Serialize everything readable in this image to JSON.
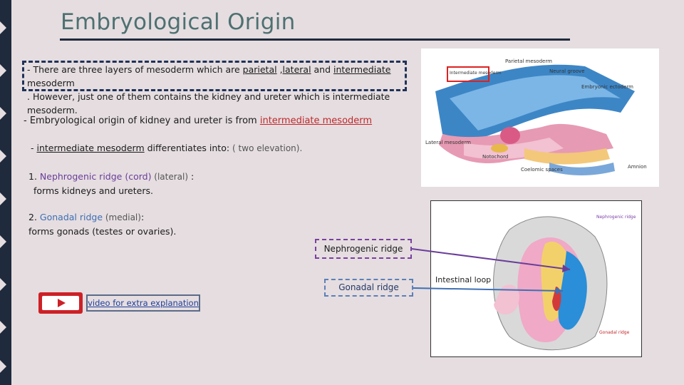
{
  "title": "Embryological Origin",
  "box1": {
    "l1_a": "- There are  three layers of mesoderm which are ",
    "parietal": "parietal",
    "l1_b": " ,",
    "lateral": "lateral",
    "l1_c": " and ",
    "intermediate": "intermediate",
    "l1_d": " mesoderm",
    "l2": ". However, just one of them contains the kidney and ureter which is intermediate mesoderm."
  },
  "p2": {
    "prefix": "- Embryological origin of kidney and ureter is from ",
    "highlight": "intermediate mesoderm"
  },
  "p3": {
    "prefix": "- ",
    "term": "intermediate mesoderm",
    "text": " differentiates into: ",
    "note": "( two elevation)."
  },
  "list": [
    {
      "num": "1. ",
      "name": "Nephrogenic ridge (cord)",
      "pos": " (lateral)",
      "colon": " :",
      "desc": "forms kidneys and ureters."
    },
    {
      "num": "2. ",
      "name": "Gonadal ridge",
      "pos": " (medial)",
      "colon": ":",
      "desc": "forms gonads (testes or ovaries)."
    }
  ],
  "labels": {
    "nephro": "Nephrogenic ridge",
    "gonad": "Gonadal ridge"
  },
  "video": {
    "link_text": "video for extra explanation",
    "icon": "play-icon"
  },
  "figure1": {
    "labels": [
      "Parietal mesoderm",
      "Neural groove",
      "Intermediate mesoderm",
      "Embryonic ectoderm",
      "Lateral mesoderm",
      "Notochord",
      "Coelomic spaces",
      "Amnion"
    ]
  },
  "figure2": {
    "labels": [
      "Nephrogenic ridge",
      "Intestinal loop",
      "Gonadal ridge"
    ]
  },
  "colors": {
    "accent_red": "#c0282a",
    "purple": "#6a3d9a",
    "blue": "#3f6fb4",
    "navy": "#1f2a3c"
  }
}
